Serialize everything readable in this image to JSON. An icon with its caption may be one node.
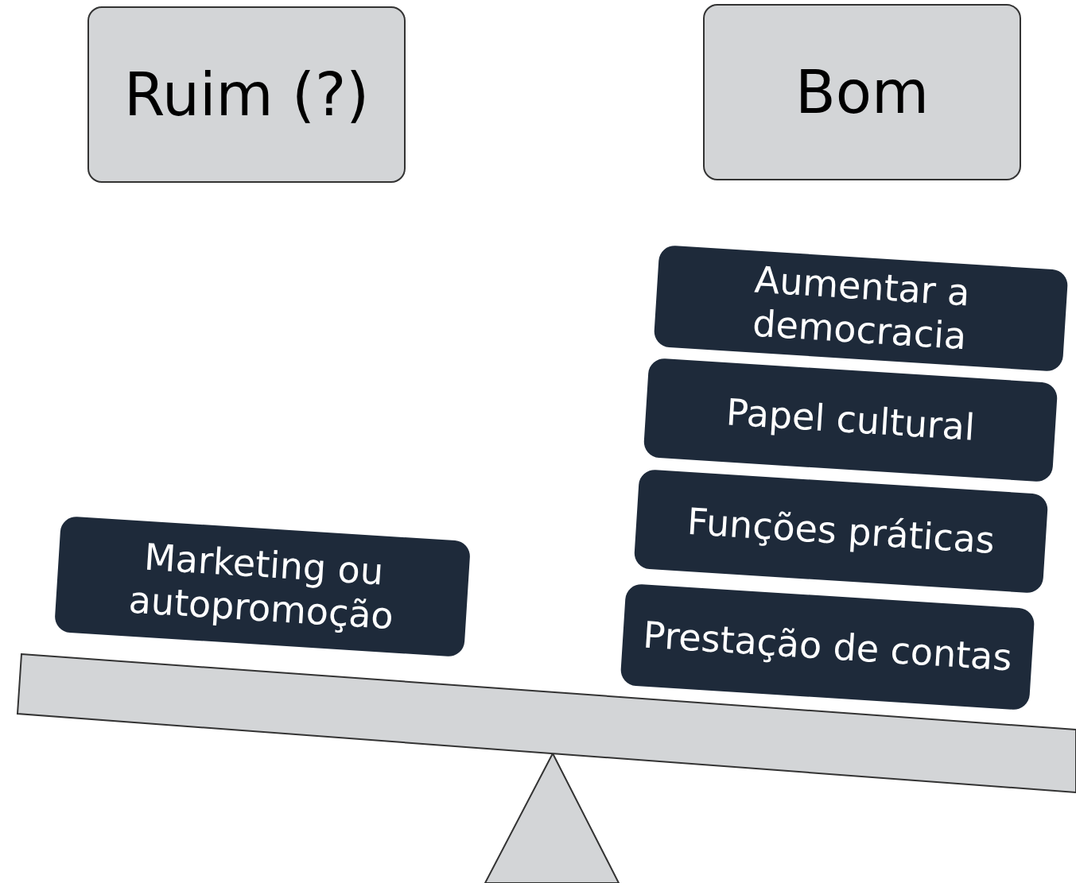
{
  "diagram": {
    "nodes": [
      {
        "text": [
          "Ruim (?)"
        ]
      },
      {
        "text": [
          "Bom"
        ]
      },
      {
        "text": [
          "Marketing ou autopromoção"
        ]
      },
      {
        "text": [
          "Aumentar a democracia"
        ]
      },
      {
        "text": [
          "Papel cultural"
        ]
      },
      {
        "text": [
          "Funções práticas"
        ]
      },
      {
        "text": [
          "Prestação de contas"
        ]
      }
    ]
  }
}
